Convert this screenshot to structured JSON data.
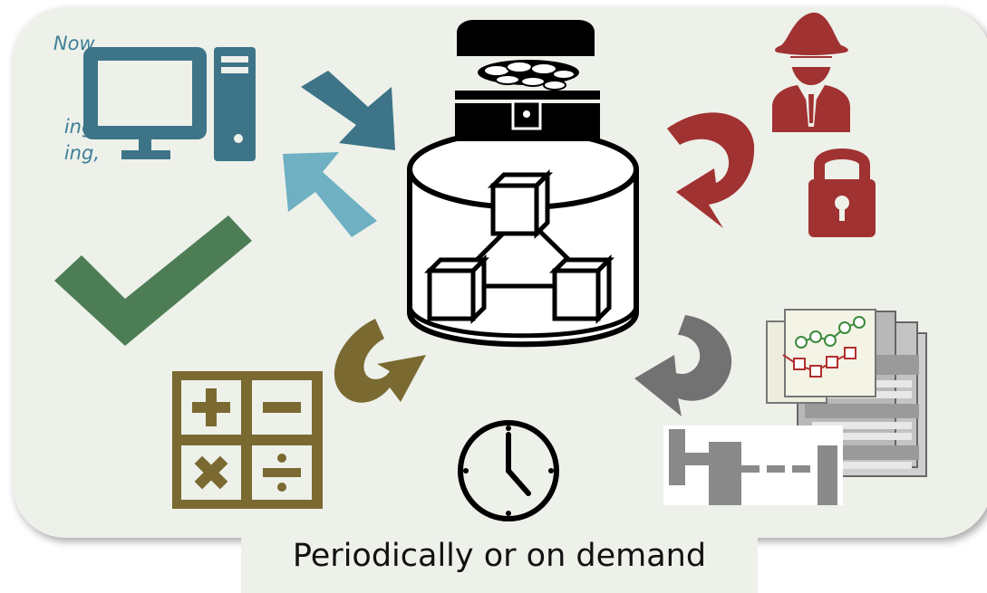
{
  "side_text": {
    "line1": "Now,",
    "line2": "ing,",
    "line3": "ing,"
  },
  "caption": "Periodically or on demand",
  "colors": {
    "panel_bg": "#edf1ea",
    "computer": "#3e7488",
    "arrow_teal_dark": "#3e7488",
    "arrow_teal_light": "#6fb0c3",
    "security_red": "#a13232",
    "check_green": "#4d7d55",
    "calculator_olive": "#7a6a31",
    "arrow_gray": "#727272",
    "text_italic": "#3f7f97"
  },
  "icons": [
    "desktop-computer-icon",
    "treasure-chest-icon",
    "database-cylinder-icon",
    "spy-agent-icon",
    "padlock-icon",
    "checkmark-icon",
    "calculator-icon",
    "clock-icon",
    "report-screens-icon",
    "dumbbell-gray-icon"
  ]
}
